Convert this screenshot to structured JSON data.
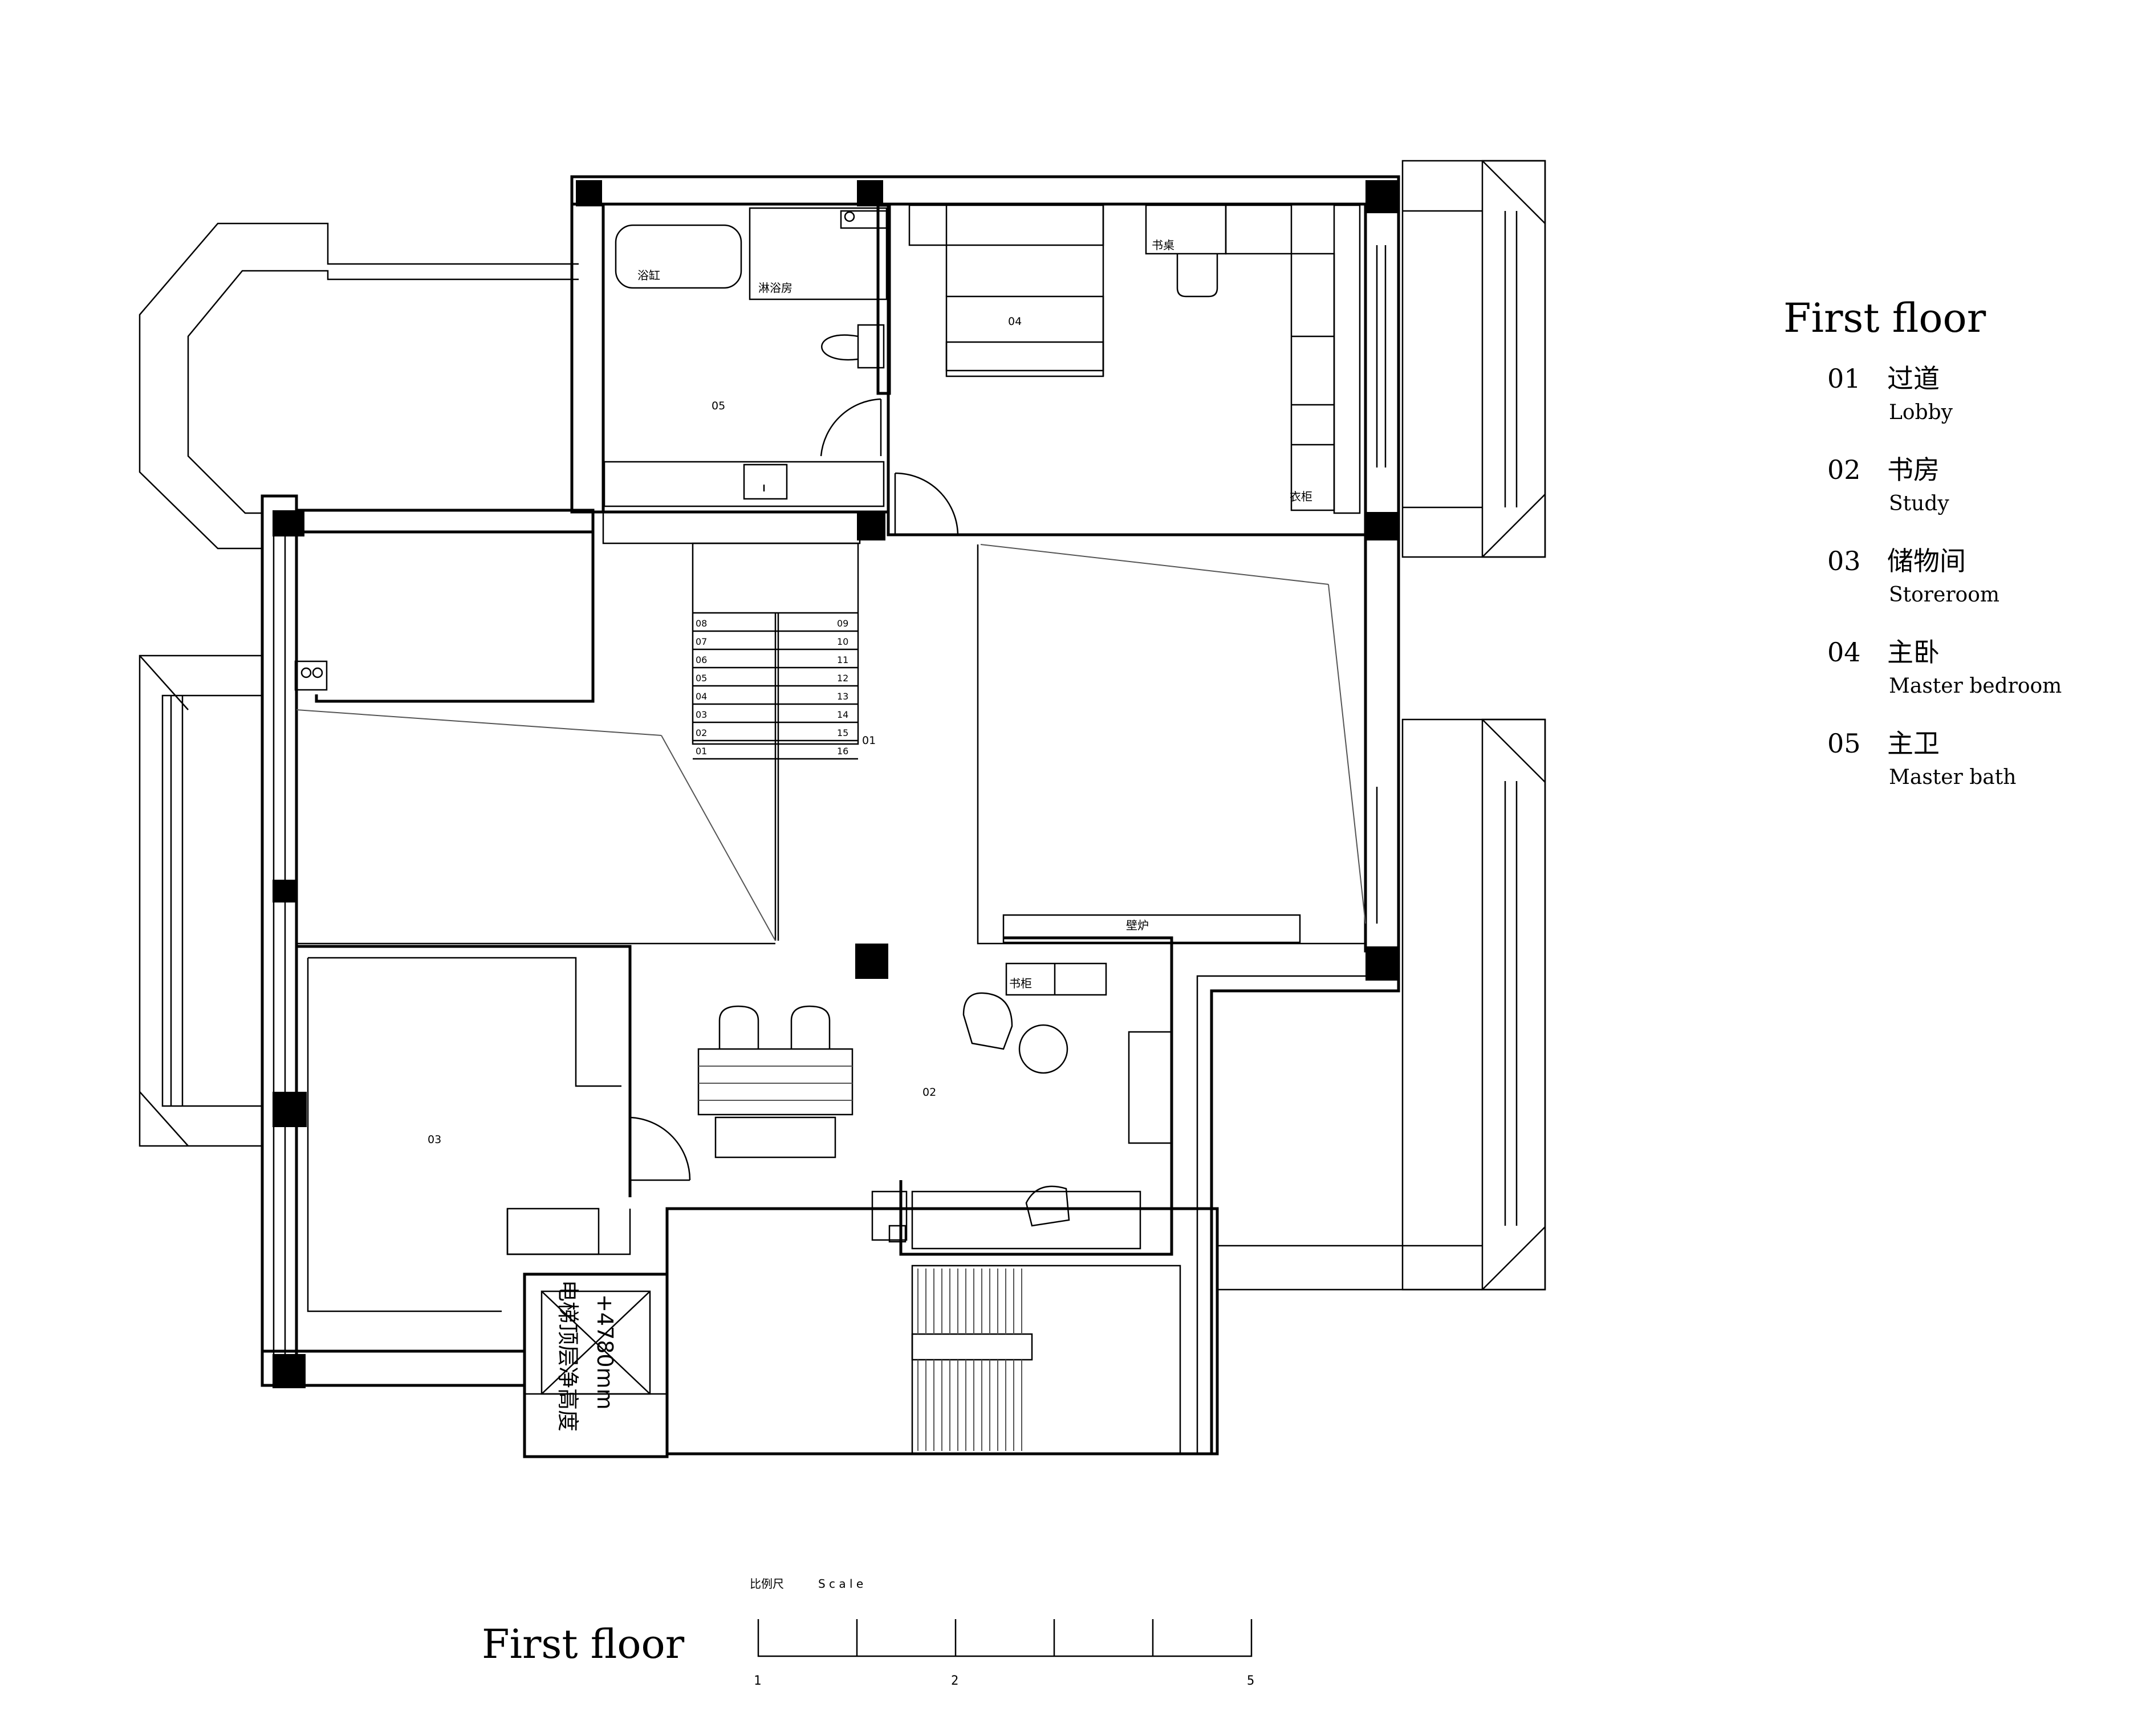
{
  "title": "First floor",
  "legend": [
    {
      "num": "01",
      "zh": "过道",
      "en": "Lobby"
    },
    {
      "num": "02",
      "zh": "书房",
      "en": "Study"
    },
    {
      "num": "03",
      "zh": "储物间",
      "en": "Storeroom"
    },
    {
      "num": "04",
      "zh": "主卧",
      "en": "Master bedroom"
    },
    {
      "num": "05",
      "zh": "主卫",
      "en": "Master bath"
    }
  ],
  "rooms": {
    "r01": "01",
    "r02": "02",
    "r03": "03",
    "r04": "04",
    "r05": "05"
  },
  "fixtures": {
    "bathtub": "浴缸",
    "shower": "淋浴房",
    "desk": "书桌",
    "wardrobe": "衣柜",
    "fireplace": "壁炉",
    "bookcase": "书柜"
  },
  "stairs": {
    "left": [
      "08",
      "07",
      "06",
      "05",
      "04",
      "03",
      "02",
      "01"
    ],
    "right": [
      "09",
      "10",
      "11",
      "12",
      "13",
      "14",
      "15",
      "16"
    ]
  },
  "elevator": {
    "line1": "+4780mm",
    "line2": "电梯顶层净高度"
  },
  "scale": {
    "label_zh": "比例尺",
    "label_en": "S c a l e",
    "ticks": [
      "1",
      "2",
      "5"
    ]
  }
}
